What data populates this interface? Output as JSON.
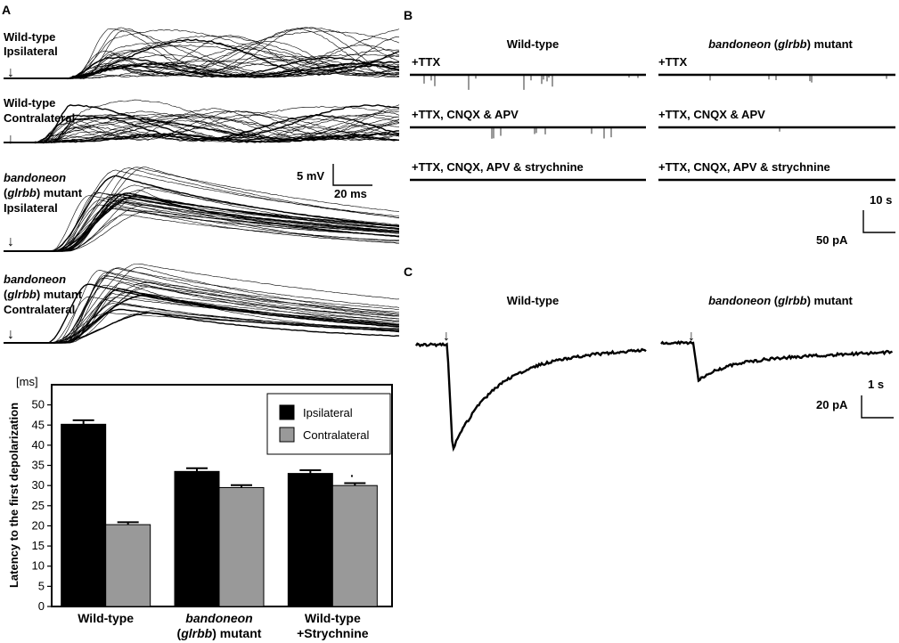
{
  "panels": {
    "A": {
      "letter": "A",
      "traces": [
        {
          "line1": "Wild-type",
          "line1_italic": false,
          "line2": "Ipsilateral",
          "line3": ""
        },
        {
          "line1": "Wild-type",
          "line1_italic": false,
          "line2": "Contralateral",
          "line3": ""
        },
        {
          "line1": "bandoneon",
          "line1_italic": true,
          "line2a": "(",
          "line2b": "glrbb",
          "line2c": ") mutant",
          "line3": "Ipsilateral"
        },
        {
          "line1": "bandoneon",
          "line1_italic": true,
          "line2a": "(",
          "line2b": "glrbb",
          "line2c": ") mutant",
          "line3": "Contralateral"
        }
      ],
      "stim_arrow": "↓",
      "scalebar": {
        "v_label": "5 mV",
        "h_label": "20 ms"
      }
    },
    "B": {
      "letter": "B",
      "col1_title": "Wild-type",
      "col2_title_italic": "bandoneon",
      "col2_title_a": " (",
      "col2_title_b": "glrbb",
      "col2_title_c": ") mutant",
      "conditions": [
        "+TTX",
        "+TTX, CNQX & APV",
        "+TTX, CNQX, APV & strychnine"
      ],
      "scalebar": {
        "h_label": "10 s",
        "v_label": "50 pA"
      }
    },
    "C": {
      "letter": "C",
      "col1_title": "Wild-type",
      "col2_title_italic": "bandoneon",
      "col2_title_a": " (",
      "col2_title_b": "glrbb",
      "col2_title_c": ") mutant",
      "stim_arrow": "↓",
      "scalebar": {
        "h_label": "1 s",
        "v_label": "20 pA"
      }
    }
  },
  "chart_data": {
    "type": "bar",
    "ylabel": "Latency to the first depolarization",
    "yunit": "[ms]",
    "ylim": [
      0,
      55
    ],
    "yticks": [
      0,
      5,
      10,
      15,
      20,
      25,
      30,
      35,
      40,
      45,
      50
    ],
    "legend_position": "top-right",
    "categories": [
      {
        "label1": "Wild-type",
        "label1_italic": false,
        "label2": "",
        "label2a": "",
        "label2b": "",
        "label2c": ""
      },
      {
        "label1": "bandoneon",
        "label1_italic": true,
        "label2": "",
        "label2a": "(",
        "label2b": "glrbb",
        "label2c": ") mutant"
      },
      {
        "label1": "Wild-type",
        "label1_italic": false,
        "label2": "+Strychnine",
        "label2a": "",
        "label2b": "",
        "label2c": ""
      }
    ],
    "series": [
      {
        "name": "Ipsilateral",
        "color": "#000000",
        "values": [
          45.2,
          33.5,
          33.0
        ],
        "errors": [
          1.0,
          0.8,
          0.8
        ]
      },
      {
        "name": "Contralateral",
        "color": "#999999",
        "values": [
          20.3,
          29.5,
          30.0
        ],
        "errors": [
          0.6,
          0.6,
          0.6
        ]
      }
    ],
    "annotation": "·"
  }
}
